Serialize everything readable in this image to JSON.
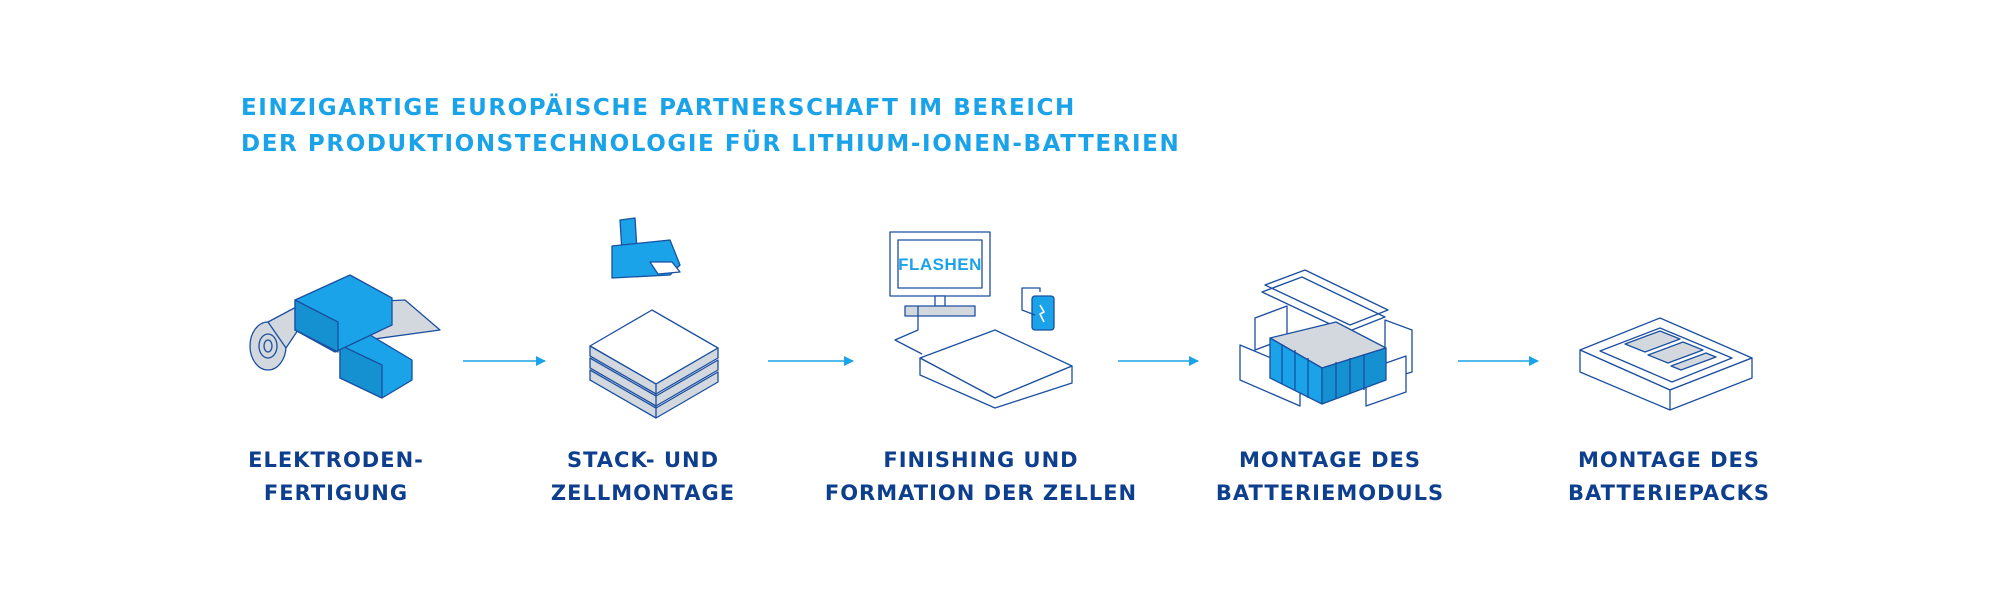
{
  "headline": {
    "line1": "EINZIGARTIGE EUROPÄISCHE PARTNERSCHAFT IM BEREICH",
    "line2": "DER PRODUKTIONSTECHNOLOGIE FÜR LITHIUM-IONEN-BATTERIEN"
  },
  "steps": [
    {
      "line1": "ELEKTRODEN-",
      "line2": "FERTIGUNG",
      "icon": "electrode-roll-press-icon"
    },
    {
      "line1": "STACK- UND",
      "line2": "ZELLMONTAGE",
      "icon": "cell-stack-gripper-icon"
    },
    {
      "line1": "FINISHING UND",
      "line2": "FORMATION DER ZELLEN",
      "icon": "monitor-cell-formation-icon"
    },
    {
      "line1": "MONTAGE DES",
      "line2": "BATTERIEMODULS",
      "icon": "battery-module-icon"
    },
    {
      "line1": "MONTAGE DES",
      "line2": "BATTERIEPACKS",
      "icon": "battery-pack-icon"
    }
  ],
  "monitor_text": "FLASHEN",
  "colors": {
    "accent": "#1aa3e8",
    "label": "#0d3f8e",
    "line": "#1b4fa0",
    "fill_light": "#d3d8df"
  }
}
